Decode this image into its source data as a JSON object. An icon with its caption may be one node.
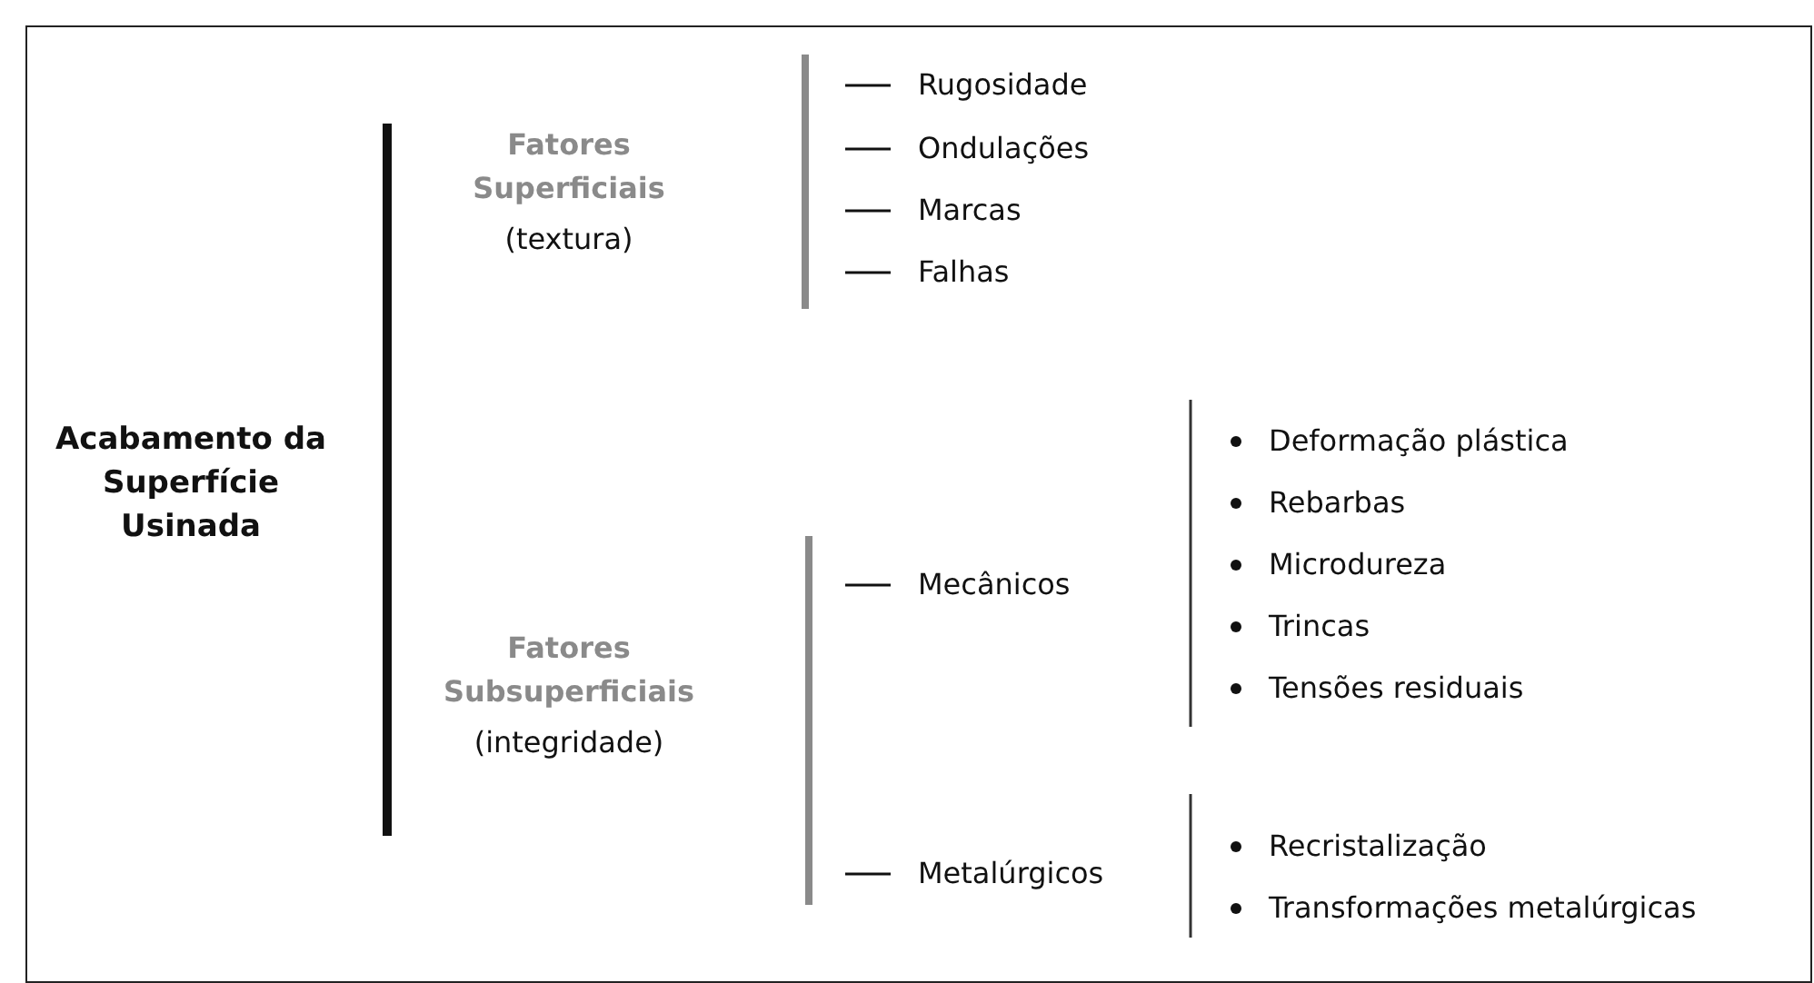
{
  "diagram": {
    "nodes": [
      {
        "text": [
          "Acabamento da Superfície Usinada"
        ]
      },
      {
        "text": [
          "Fatores Superficiais",
          "(textura)"
        ]
      },
      {
        "text": [
          "Rugosidade"
        ]
      },
      {
        "text": [
          "Ondulações"
        ]
      },
      {
        "text": [
          "Marcas"
        ]
      },
      {
        "text": [
          "Falhas"
        ]
      },
      {
        "text": [
          "Fatores Subsuperficiais",
          "(integridade)"
        ]
      },
      {
        "text": [
          "Mecânicos"
        ]
      },
      {
        "text": [
          "Deformação plástica"
        ]
      },
      {
        "text": [
          "Rebarbas"
        ]
      },
      {
        "text": [
          "Microdureza"
        ]
      },
      {
        "text": [
          "Trincas"
        ]
      },
      {
        "text": [
          "Tensões residuais"
        ]
      },
      {
        "text": [
          "Metalúrgicos"
        ]
      },
      {
        "text": [
          "Recristalização"
        ]
      },
      {
        "text": [
          "Transformações metalúrgicas"
        ]
      }
    ]
  }
}
